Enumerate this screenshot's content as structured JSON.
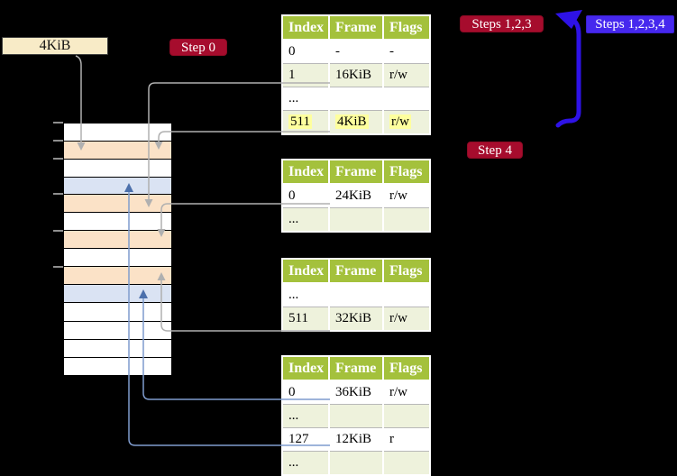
{
  "labels": {
    "frame4kib": "4KiB",
    "step0": "Step 0",
    "steps123": "Steps 1,2,3",
    "steps1234": "Steps 1,2,3,4",
    "step4": "Step 4"
  },
  "colors": {
    "background": "#000000",
    "crimson_badge": "#a60c2d",
    "blue_badge": "#4628ee",
    "thick_arrow_blue": "#2e12e6",
    "table_header_green": "#a4c13c",
    "table_row_alt_green": "#eef2dc",
    "highlight_yellow": "#feff9e",
    "memory_orange": "#fbe2c7",
    "memory_blue": "#dae3f3",
    "label_cream": "#f8ebc7",
    "connector_gray": "#b0b0b0",
    "connector_blue": "#7f9cce",
    "connector_blue_head": "#4c70ab"
  },
  "memory_stack": {
    "rows": [
      {
        "shade": "white"
      },
      {
        "shade": "orange"
      },
      {
        "shade": "white"
      },
      {
        "shade": "blue"
      },
      {
        "shade": "orange"
      },
      {
        "shade": "white"
      },
      {
        "shade": "orange"
      },
      {
        "shade": "white"
      },
      {
        "shade": "orange"
      },
      {
        "shade": "blue"
      },
      {
        "shade": "white"
      },
      {
        "shade": "white"
      },
      {
        "shade": "white"
      },
      {
        "shade": "white"
      }
    ]
  },
  "page_tables": [
    {
      "id": "page-table-1",
      "headers": [
        "Index",
        "Frame",
        "Flags"
      ],
      "rows": [
        {
          "index": "0",
          "frame": "-",
          "flags": "-",
          "alt": false,
          "highlight": false
        },
        {
          "index": "1",
          "frame": "16KiB",
          "flags": "r/w",
          "alt": true,
          "highlight": false
        },
        {
          "index": "...",
          "frame": "",
          "flags": "",
          "alt": false,
          "highlight": false
        },
        {
          "index": "511",
          "frame": "4KiB",
          "flags": "r/w",
          "alt": true,
          "highlight": true
        }
      ]
    },
    {
      "id": "page-table-2",
      "headers": [
        "Index",
        "Frame",
        "Flags"
      ],
      "rows": [
        {
          "index": "0",
          "frame": "24KiB",
          "flags": "r/w",
          "alt": false,
          "highlight": false
        },
        {
          "index": "...",
          "frame": "",
          "flags": "",
          "alt": true,
          "highlight": false
        }
      ]
    },
    {
      "id": "page-table-3",
      "headers": [
        "Index",
        "Frame",
        "Flags"
      ],
      "rows": [
        {
          "index": "...",
          "frame": "",
          "flags": "",
          "alt": false,
          "highlight": false
        },
        {
          "index": "511",
          "frame": "32KiB",
          "flags": "r/w",
          "alt": true,
          "highlight": false
        }
      ]
    },
    {
      "id": "page-table-4",
      "headers": [
        "Index",
        "Frame",
        "Flags"
      ],
      "rows": [
        {
          "index": "0",
          "frame": "36KiB",
          "flags": "r/w",
          "alt": false,
          "highlight": false
        },
        {
          "index": "...",
          "frame": "",
          "flags": "",
          "alt": true,
          "highlight": false
        },
        {
          "index": "127",
          "frame": "12KiB",
          "flags": "r",
          "alt": false,
          "highlight": false
        },
        {
          "index": "...",
          "frame": "",
          "flags": "",
          "alt": true,
          "highlight": false
        }
      ]
    }
  ]
}
